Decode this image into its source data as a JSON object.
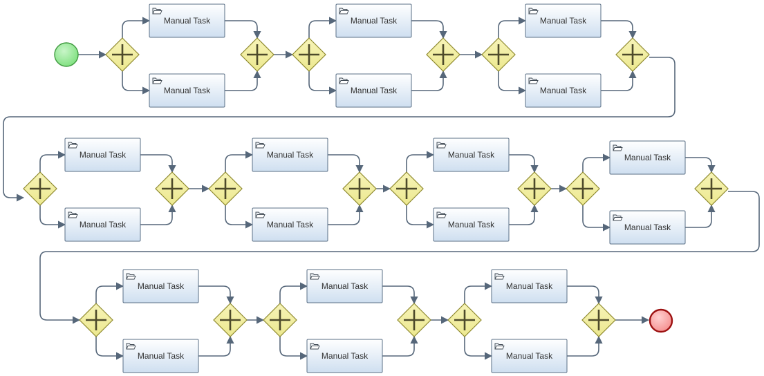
{
  "diagram": {
    "start_event": {
      "label": ""
    },
    "end_event": {
      "label": ""
    },
    "task_label": "Manual Task",
    "task_icon": "folder-icon",
    "gateway_type": "parallel-gateway",
    "rows": [
      {
        "blocks": [
          {
            "top_task": "Manual Task",
            "bottom_task": "Manual Task"
          },
          {
            "top_task": "Manual Task",
            "bottom_task": "Manual Task"
          },
          {
            "top_task": "Manual Task",
            "bottom_task": "Manual Task"
          }
        ]
      },
      {
        "blocks": [
          {
            "top_task": "Manual Task",
            "bottom_task": "Manual Task"
          },
          {
            "top_task": "Manual Task",
            "bottom_task": "Manual Task"
          },
          {
            "top_task": "Manual Task",
            "bottom_task": "Manual Task"
          },
          {
            "top_task": "Manual Task",
            "bottom_task": "Manual Task"
          }
        ]
      },
      {
        "blocks": [
          {
            "top_task": "Manual Task",
            "bottom_task": "Manual Task"
          },
          {
            "top_task": "Manual Task",
            "bottom_task": "Manual Task"
          },
          {
            "top_task": "Manual Task",
            "bottom_task": "Manual Task"
          }
        ]
      }
    ],
    "colors": {
      "task_fill_top": "#ffffff",
      "task_fill_bottom": "#cfdff0",
      "task_stroke": "#5a6f86",
      "gateway_fill": "#ece88f",
      "gateway_stroke": "#8f8a2f",
      "gateway_mark": "#4d4a2a",
      "start_fill": "#7ee07e",
      "start_stroke": "#3f9a3f",
      "end_fill": "#f58f8f",
      "end_stroke": "#9c1010",
      "flow": "#56677a"
    }
  }
}
